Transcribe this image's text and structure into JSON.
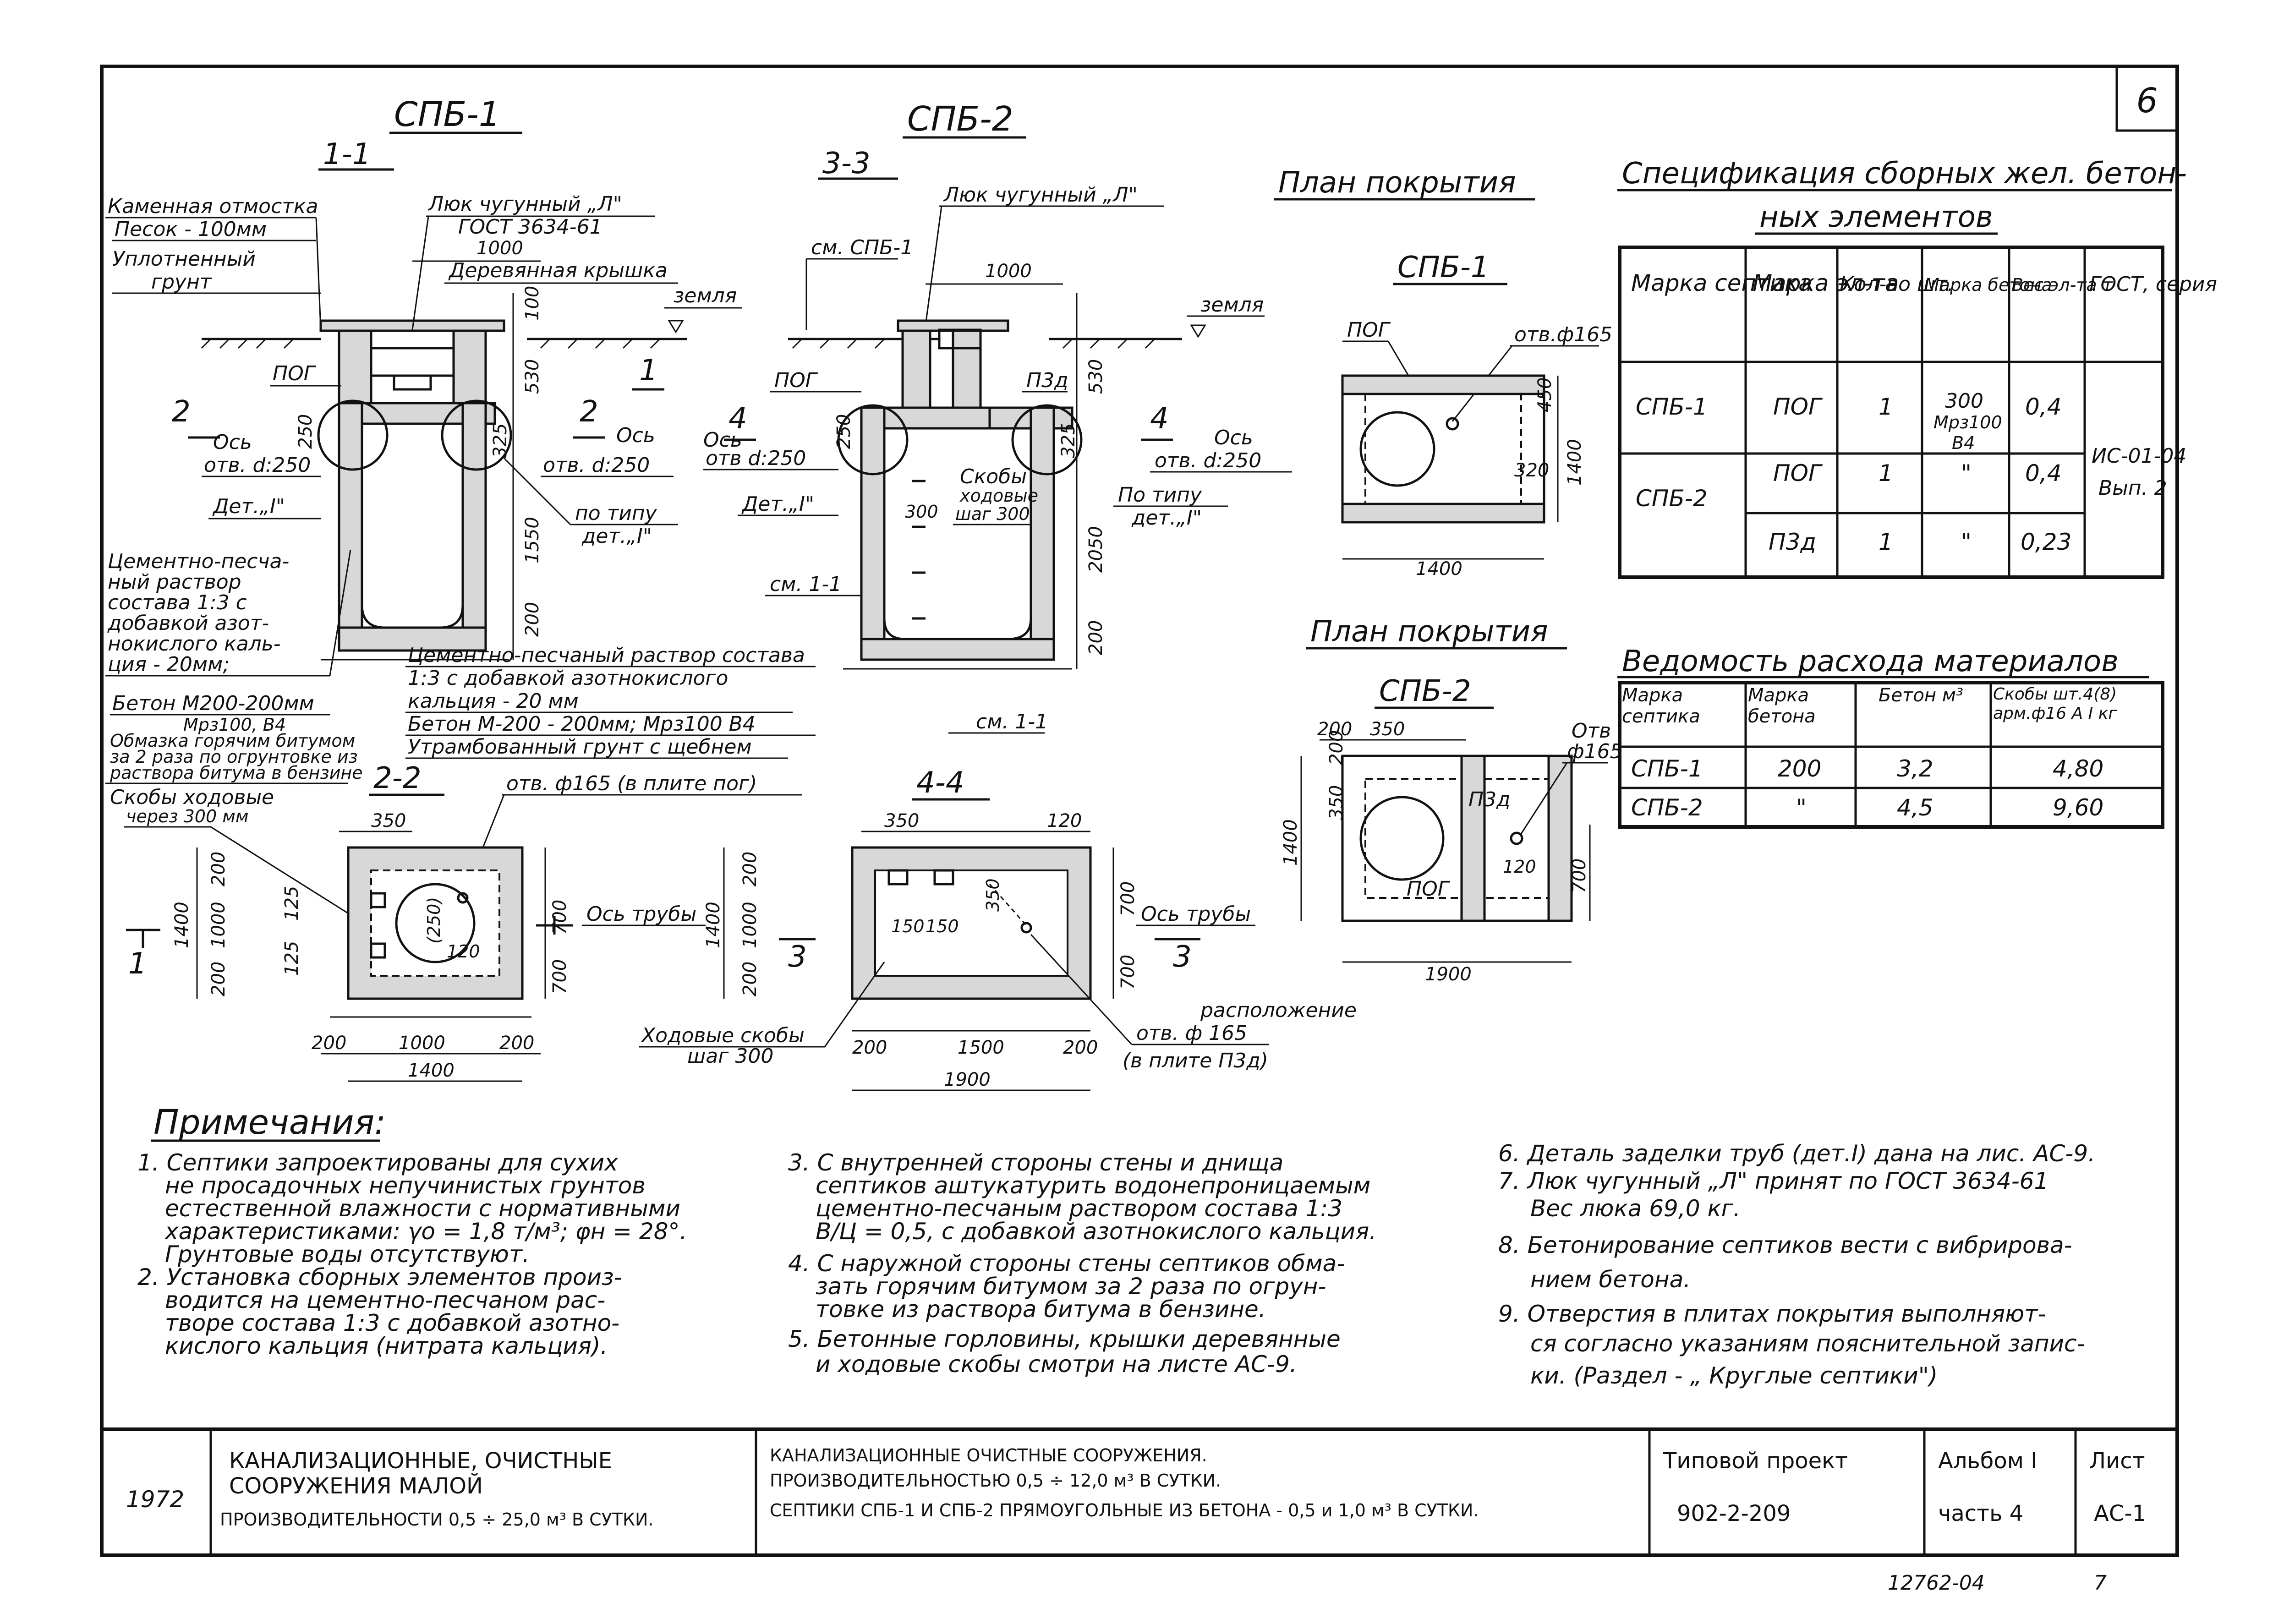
{
  "sheet_number": "6",
  "section_1_1": {
    "title": "СПБ-1",
    "section_mark": "1-1",
    "labels": {
      "pavement": "Каменная отмостка",
      "sand": "Песок - 100мм",
      "soil_1": "Уплотненный",
      "soil_2": "грунт",
      "hatch": "Люк чугунный „Л\"",
      "gost": "ГОСТ 3634-61",
      "dim_1000": "1000",
      "cover": "Деревянная крышка",
      "ground": "земля",
      "slab": "ПОГ",
      "axis_left": "Ось",
      "hole_left": "отв. d:250",
      "axis_right": "Ось",
      "hole_right": "отв. d:250",
      "detail": "Дет.„I\"",
      "by_type_1": "по типу",
      "by_type_2": "дет.„I\"",
      "mortar_1": "Цементно-песча-",
      "mortar_2": "ный раствор",
      "mortar_3": "состава 1:3 с",
      "mortar_4": "добавкой азот-",
      "mortar_5": "нокислого каль-",
      "mortar_6": "ция - 20мм;",
      "concrete_1": "Бетон М200-200мм",
      "concrete_2": "Мрз100, В4",
      "coat_1": "Обмазка горячим битумом",
      "coat_2": "за 2 раза по огрунтовке из",
      "coat_3": "раствора битума в бензине",
      "mortar_mid_1": "Цементно-песчаный раствор состава",
      "mortar_mid_2": "1:3 с добавкой азотнокислого",
      "mortar_mid_3": "кальция - 20 мм",
      "mortar_mid_4": "Бетон  М-200 - 200мм; Мрз100 В4",
      "mortar_mid_5": "Утрамбованный грунт с щебнем",
      "cut_left": "2",
      "cut_right": "2",
      "cut_top": "1"
    },
    "dims": {
      "d100": "100",
      "d530": "530",
      "d250": "250",
      "d325": "325",
      "d1550": "1550",
      "d200": "200"
    }
  },
  "section_3_3": {
    "title": "СПБ-2",
    "section_mark": "3-3",
    "labels": {
      "hatch": "Люк чугунный „Л\"",
      "see": "см. СПБ-1",
      "dim_1000": "1000",
      "ground": "земля",
      "slab_1": "ПОГ",
      "slab_2": "П3д",
      "axis_left": "Ось",
      "hole_left": "отв d:250",
      "axis_right": "Ось",
      "hole_right": "отв. d:250",
      "detail": "Дет.„I\"",
      "by_type_1": "По типу",
      "by_type_2": "дет.„I\"",
      "rungs_1": "Скобы",
      "rungs_2": "ходовые",
      "rungs_3": "шаг 300",
      "see_11_a": "см. 1-1",
      "see_11_b": "см. 1-1",
      "dim_300": "300",
      "cut_left": "4",
      "cut_right": "4"
    },
    "dims": {
      "d530": "530",
      "d250": "250",
      "d325": "325",
      "d2050": "2050",
      "d200": "200"
    }
  },
  "section_2_2": {
    "mark": "2-2",
    "rungs_1": "Скобы ходовые",
    "rungs_2": "через 300 мм",
    "hole": "отв. ф165 (в плите пог)",
    "pipe_axis": "Ось трубы",
    "cut": "1",
    "dims": {
      "d350": "350",
      "d200": "200",
      "d1000": "1000",
      "d125": "125",
      "d250": "(250)",
      "d120": "120",
      "d1400": "1400",
      "d700": "700"
    }
  },
  "section_4_4": {
    "mark": "4-4",
    "rungs_1": "Ходовые скобы",
    "rungs_2": "шаг 300",
    "loc_1": "расположение",
    "loc_2": "отв. ф 165",
    "loc_3": "(в плите П3д)",
    "pipe_axis": "Ось трубы",
    "cut": "3",
    "dims": {
      "d350": "350",
      "d120": "120",
      "d200": "200",
      "d1000": "1000",
      "d1400": "1400",
      "d700": "700",
      "d150": "150",
      "d1500": "1500",
      "d1900": "1900"
    }
  },
  "plan_1": {
    "title": "План покрытия",
    "subtitle": "СПБ-1",
    "slab": "ПОГ",
    "hole": "отв.ф165",
    "dims": {
      "d450": "450",
      "d1400": "1400",
      "d320": "320"
    }
  },
  "plan_2": {
    "title": "План покрытия",
    "subtitle": "СПБ-2",
    "slab_1": "ПОГ",
    "slab_2": "П3д",
    "hole_1": "Отв",
    "hole_2": "ф165",
    "dims": {
      "d200": "200",
      "d350": "350",
      "d1400": "1400",
      "d120": "120",
      "d700": "700",
      "d1900": "1900"
    }
  },
  "spec": {
    "title_1": "Спецификация сборных жел. бетон-",
    "title_2": "ных элементов",
    "headers": [
      "Марка септика",
      "Марка эл-та",
      "Кол-во шт.",
      "Марка бетона",
      "Вес эл-та т",
      "ГОСТ, серия"
    ],
    "rows": [
      {
        "tank": "СПБ-1",
        "element": "ПОГ",
        "qty": "1",
        "concrete_1": "300",
        "concrete_2": "Мрз100",
        "concrete_3": "В4",
        "weight": "0,4"
      },
      {
        "tank": "СПБ-2",
        "element": "ПОГ",
        "qty": "1",
        "concrete_1": "\"",
        "weight": "0,4"
      },
      {
        "tank": "",
        "element": "П3д",
        "qty": "1",
        "concrete_1": "\"",
        "weight": "0,23"
      }
    ],
    "series_1": "ИС-01-04",
    "series_2": "Вып. 2"
  },
  "materials": {
    "title": "Ведомость расхода материалов",
    "headers": [
      "Марка септика",
      "Марка бетона",
      "Бетон м³",
      "Скобы шт.4(8) арм.ф16 А I кг"
    ],
    "rows": [
      [
        "СПБ-1",
        "200",
        "3,2",
        "4,80"
      ],
      [
        "СПБ-2",
        "\"",
        "4,5",
        "9,60"
      ]
    ]
  },
  "notes": {
    "title": "Примечания:",
    "col1": [
      "1. Септики запроектированы для сухих",
      "не просадочных непучинистых грунтов",
      "естественной влажности с нормативными",
      "характеристиками: γо = 1,8 т/м³; φн = 28°.",
      "Грунтовые воды отсутствуют.",
      "2. Установка сборных элементов произ-",
      "водится на цементно-песчаном рас-",
      "творе состава 1:3 с добавкой азотно-",
      "кислого кальция (нитрата кальция)."
    ],
    "col2": [
      "3. С внутренней стороны стены и днища",
      "септиков аштукатурить водонепроницаемым",
      "цементно-песчаным раствором состава 1:3",
      "В/Ц = 0,5, с добавкой азотнокислого кальция.",
      "4. С наружной стороны стены септиков обма-",
      "зать горячим битумом за 2 раза по огрун-",
      "товке из раствора битума в бензине.",
      "5. Бетонные горловины, крышки деревянные",
      "и ходовые скобы смотри на листе АС-9."
    ],
    "col3": [
      "6. Деталь заделки труб (дет.I) дана на лис. АС-9.",
      "7. Люк чугунный „Л\" принят по ГОСТ 3634-61",
      "Вес люка 69,0 кг.",
      "8. Бетонирование септиков вести с вибрирова-",
      "нием бетона.",
      "9. Отверстия в плитах покрытия выполняют-",
      "ся согласно указаниям пояснительной запис-",
      "ки. (Раздел - „ Круглые  септики\")"
    ]
  },
  "title_block": {
    "year": "1972",
    "group_1": "КАНАЛИЗАЦИОННЫЕ, ОЧИСТНЫЕ",
    "group_2": "СООРУЖЕНИЯ МАЛОЙ",
    "group_3": "ПРОИЗВОДИТЕЛЬНОСТИ 0,5 ÷ 25,0 м³ В СУТКИ.",
    "desc_1": "КАНАЛИЗАЦИОННЫЕ ОЧИСТНЫЕ СООРУЖЕНИЯ.",
    "desc_2": "ПРОИЗВОДИТЕЛЬНОСТЬЮ 0,5 ÷ 12,0 м³ В СУТКИ.",
    "desc_3": "СЕПТИКИ СПБ-1 И СПБ-2 ПРЯМОУГОЛЬНЫЕ ИЗ БЕТОНА - 0,5 и 1,0 м³ В СУТКИ.",
    "project_label": "Типовой проект",
    "project": "902-2-209",
    "album_label": "Альбом I",
    "part": "часть 4",
    "sheet_label": "Лист",
    "sheet": "АС-1",
    "stamp": "12762-04",
    "page": "7"
  }
}
